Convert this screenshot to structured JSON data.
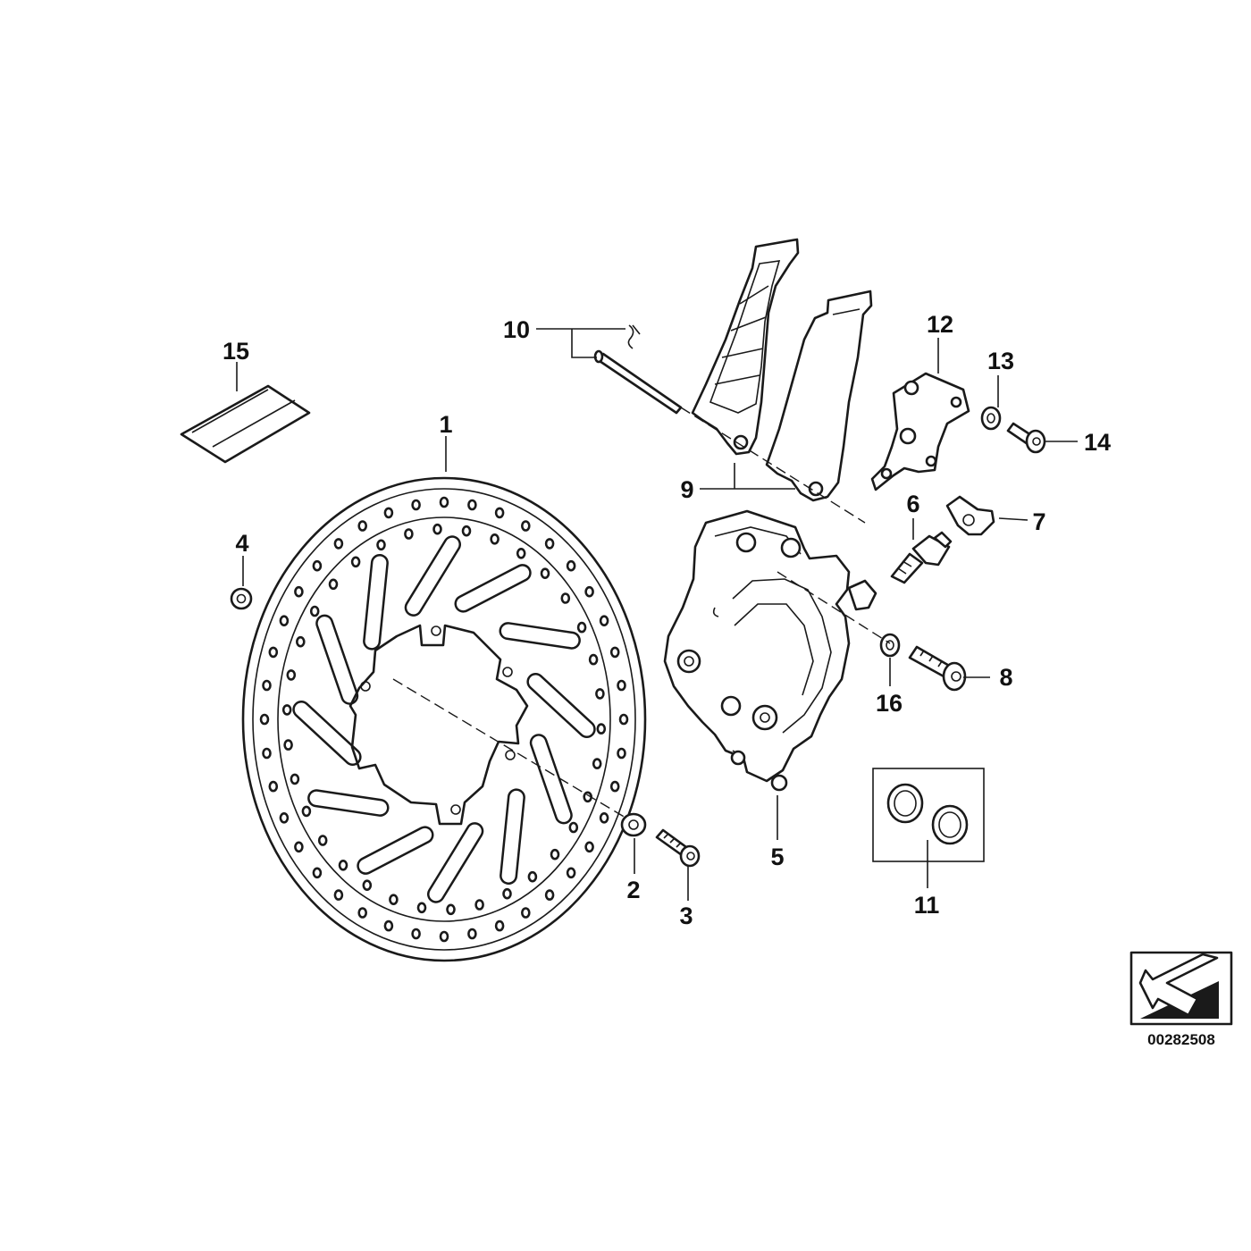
{
  "callouts": [
    {
      "id": "1",
      "label": "1"
    },
    {
      "id": "2",
      "label": "2"
    },
    {
      "id": "3",
      "label": "3"
    },
    {
      "id": "4",
      "label": "4"
    },
    {
      "id": "5",
      "label": "5"
    },
    {
      "id": "6",
      "label": "6"
    },
    {
      "id": "7",
      "label": "7"
    },
    {
      "id": "8",
      "label": "8"
    },
    {
      "id": "9",
      "label": "9"
    },
    {
      "id": "10",
      "label": "10"
    },
    {
      "id": "11",
      "label": "11"
    },
    {
      "id": "12",
      "label": "12"
    },
    {
      "id": "13",
      "label": "13"
    },
    {
      "id": "14",
      "label": "14"
    },
    {
      "id": "15",
      "label": "15"
    },
    {
      "id": "16",
      "label": "16"
    }
  ],
  "reference_number": "00282508",
  "colors": {
    "line": "#1a1a1a",
    "background": "#ffffff"
  },
  "icons": {
    "orientation": "direction-arrow-icon"
  }
}
